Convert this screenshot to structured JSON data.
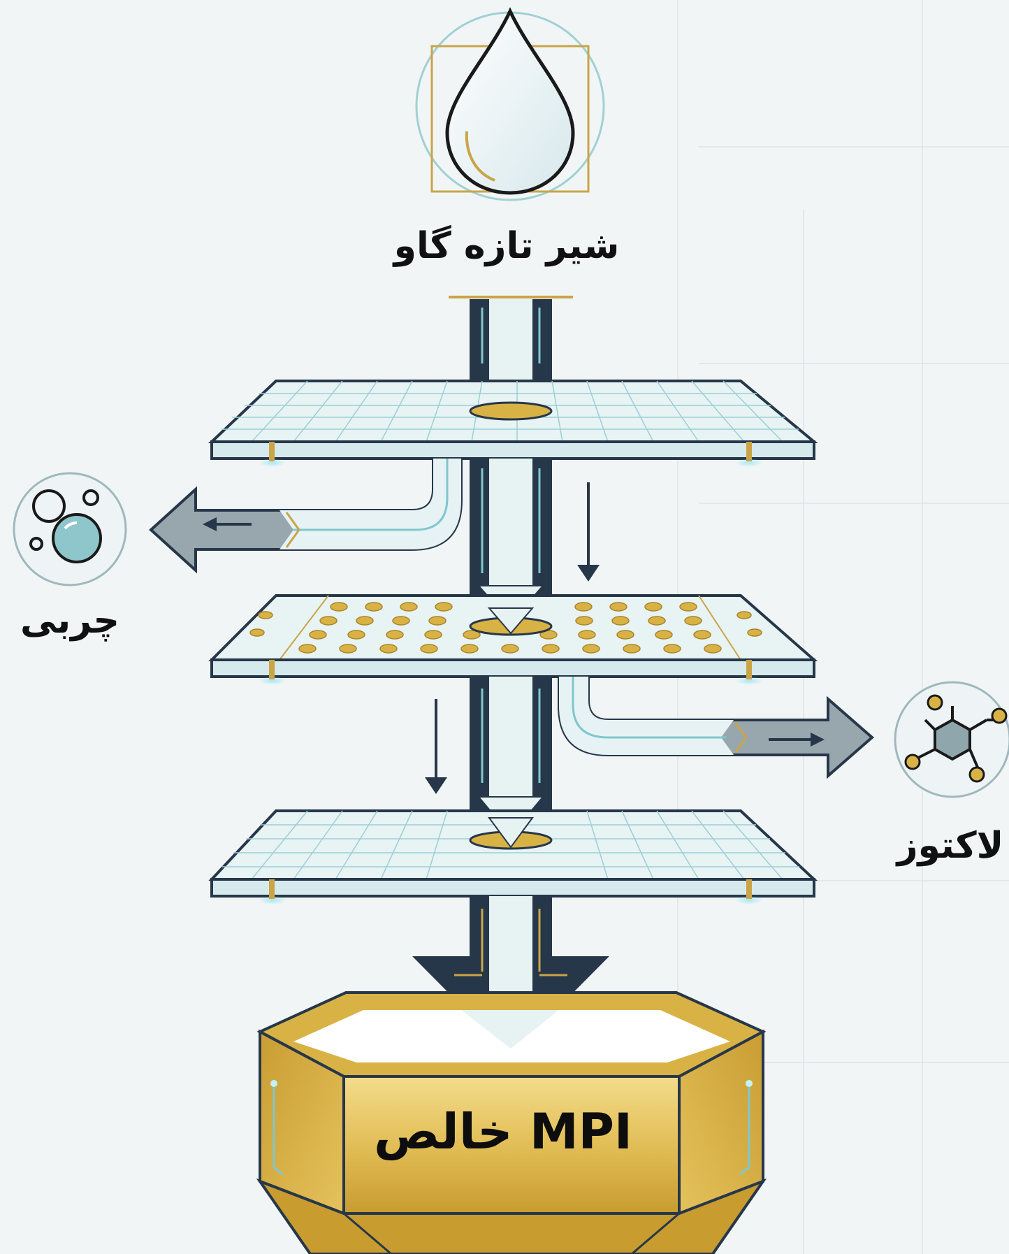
{
  "labels": {
    "milk": "شیر تازه گاو",
    "fat": "چربی",
    "lactose": "لاکتوز",
    "product": "MPI خالص"
  },
  "icons": {
    "milk": "milk-drop-icon",
    "fat": "fat-bubbles-icon",
    "lactose": "lactose-molecule-icon",
    "product": "gold-container-icon"
  },
  "colors": {
    "background": "#f2f5f6",
    "grid": "#dde4e7",
    "pipe_dark": "#27374a",
    "flow_light": "#dfeff1",
    "accent_teal": "#7fc7cf",
    "gold": "#d8b245",
    "gold_dark": "#a9842a",
    "side_arrow": "#95a3ab"
  }
}
